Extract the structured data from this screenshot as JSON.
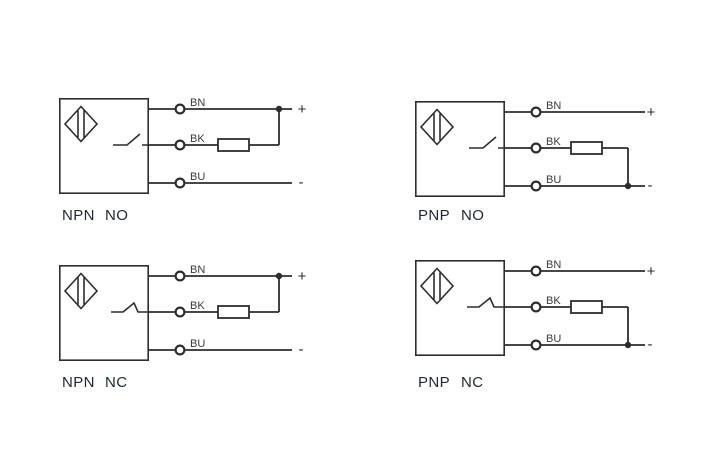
{
  "colors": {
    "background": "#ffffff",
    "line": "#2d2d2d",
    "wire_label": "#3a3a3a",
    "title_text": "#1f2733"
  },
  "terminals": {
    "positive": "+",
    "negative": "-"
  },
  "diagrams": [
    {
      "family": "NPN",
      "contact": "NO",
      "wires": {
        "top": "BN",
        "middle": "BK",
        "bottom": "BU"
      }
    },
    {
      "family": "PNP",
      "contact": "NO",
      "wires": {
        "top": "BN",
        "middle": "BK",
        "bottom": "BU"
      }
    },
    {
      "family": "NPN",
      "contact": "NC",
      "wires": {
        "top": "BN",
        "middle": "BK",
        "bottom": "BU"
      }
    },
    {
      "family": "PNP",
      "contact": "NC",
      "wires": {
        "top": "BN",
        "middle": "BK",
        "bottom": "BU"
      }
    }
  ]
}
